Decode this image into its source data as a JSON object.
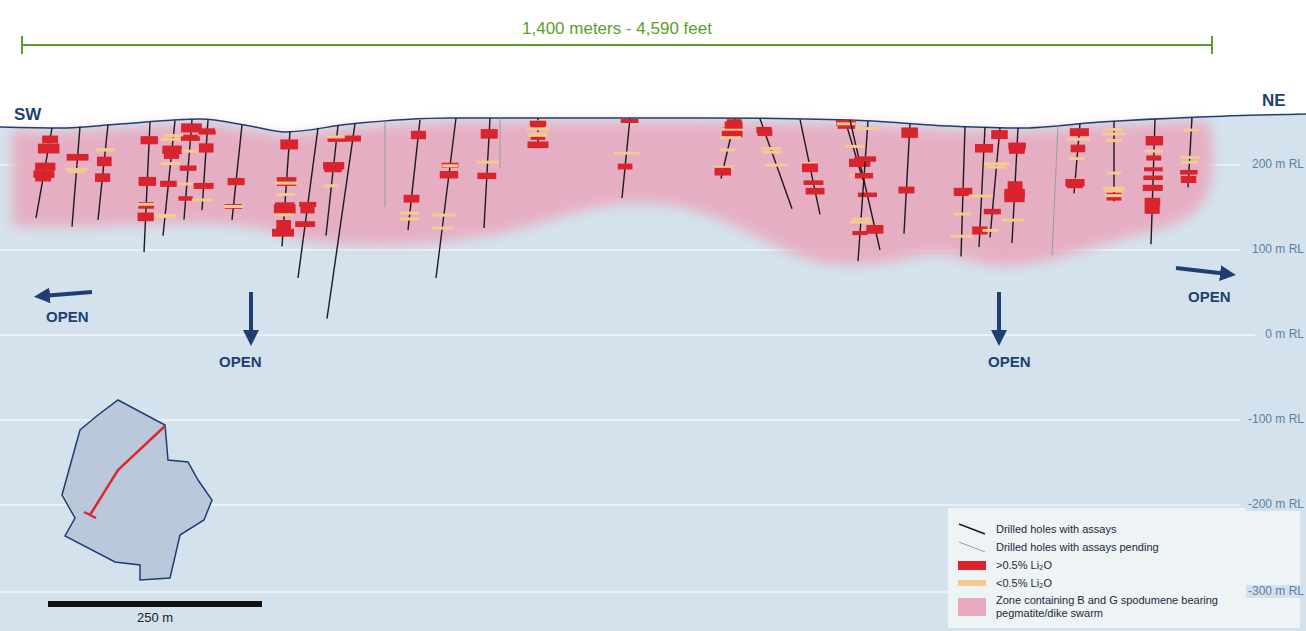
{
  "diagram": {
    "labels": [
      "1,400 meters - 4,590 feet",
      "SW",
      "NE",
      "200 m RL",
      "100 m RL",
      "0 m RL",
      "-100 m RL",
      "-200 m RL",
      "-300 m RL",
      "OPEN",
      "OPEN",
      "OPEN",
      "OPEN",
      "250 m"
    ],
    "legend": [
      {
        "text": "Drilled holes with assays"
      },
      {
        "text": "Drilled holes with assays pending"
      },
      {
        "text": ">0.5% Li₂O",
        "color": "#d9232d"
      },
      {
        "text": "<0.5% Li₂O",
        "color": "#f6c98f"
      },
      {
        "text": "Zone containing B and G spodumene bearing pegmatite/dike swarm",
        "color": "#e9a9bf"
      }
    ]
  }
}
